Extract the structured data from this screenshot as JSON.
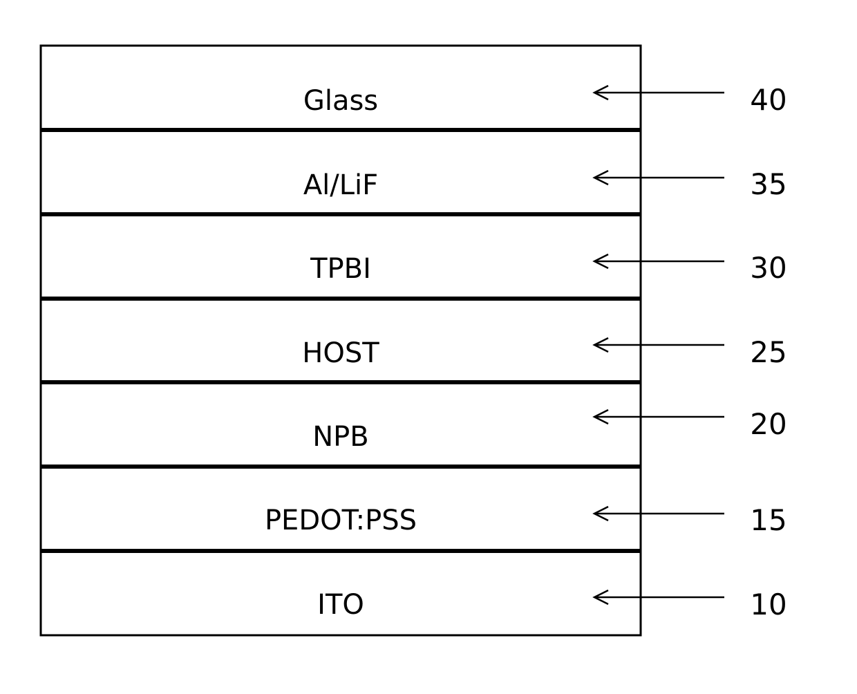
{
  "diagram": {
    "layers": [
      {
        "label": "Glass",
        "ref": "40"
      },
      {
        "label": "Al/LiF",
        "ref": "35"
      },
      {
        "label": "TPBI",
        "ref": "30"
      },
      {
        "label": "HOST",
        "ref": "25"
      },
      {
        "label": "NPB",
        "ref": "20"
      },
      {
        "label": "PEDOT:PSS",
        "ref": "15"
      },
      {
        "label": "ITO",
        "ref": "10"
      }
    ]
  }
}
